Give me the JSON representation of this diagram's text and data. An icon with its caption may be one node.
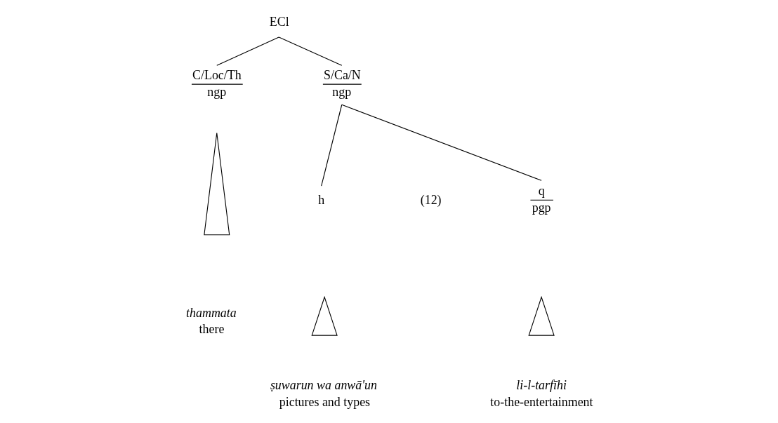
{
  "diagram": {
    "nodes": [
      {
        "text": [
          "ECl"
        ]
      },
      {
        "text": [
          "C/Loc/Th",
          "ngp"
        ]
      },
      {
        "text": [
          "S/Ca/N",
          "ngp"
        ]
      },
      {
        "text": [
          "h"
        ]
      },
      {
        "text": [
          "q",
          "pgp"
        ]
      },
      {
        "text": [],
        "shape": "triangle"
      },
      {
        "text": [],
        "shape": "triangle"
      },
      {
        "text": [],
        "shape": "triangle"
      },
      {
        "text": [
          "thammata",
          "there"
        ]
      },
      {
        "text": [
          "ṣuwarun wa anwā'un",
          "pictures and types"
        ]
      },
      {
        "text": [
          "li-l-tarfīhi",
          "to-the-entertainment"
        ]
      }
    ],
    "edges": [
      {
        "from": 0,
        "to": 1,
        "arrow": "none"
      },
      {
        "from": 0,
        "to": 2,
        "arrow": "none"
      },
      {
        "from": 2,
        "to": 3,
        "arrow": "none"
      },
      {
        "from": 2,
        "to": 4,
        "arrow": "none"
      }
    ],
    "labels": [
      "(12)"
    ]
  }
}
